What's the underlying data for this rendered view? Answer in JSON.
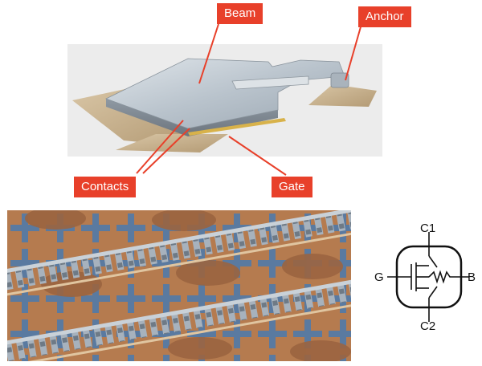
{
  "callouts": {
    "beam": "Beam",
    "anchor": "Anchor",
    "contacts": "Contacts",
    "gate": "Gate"
  },
  "schematic": {
    "c1": "C1",
    "c2": "C2",
    "g": "G",
    "b": "B"
  },
  "colors": {
    "callout_bg": "#e8402a",
    "leader_line": "#e8402a",
    "copper": "#b87a4e",
    "steel": "#a8b4bf",
    "electrode_blue": "#5a7aa0"
  }
}
